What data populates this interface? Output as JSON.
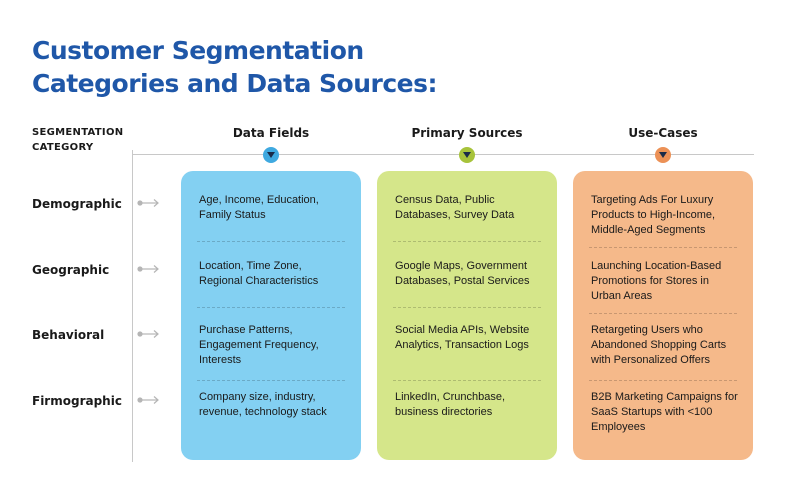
{
  "title": {
    "line1": "Customer Segmentation",
    "line2": "Categories and Data Sources:"
  },
  "segmentation_header": {
    "line1": "SEGMENTATION",
    "line2": "CATEGORY"
  },
  "columns": [
    {
      "label": "Data Fields",
      "color": "#83d0f2",
      "marker_color": "#3fa9e0"
    },
    {
      "label": "Primary Sources",
      "color": "#d5e68a",
      "marker_color": "#a7c33b"
    },
    {
      "label": "Use-Cases",
      "color": "#f5b98a",
      "marker_color": "#ec9156"
    }
  ],
  "rows": [
    {
      "category": "Demographic",
      "data_fields": "Age, Income, Education, Family Status",
      "primary_sources": "Census Data, Public Databases, Survey Data",
      "use_cases": "Targeting Ads For Luxury Products to High-Income, Middle-Aged Segments"
    },
    {
      "category": "Geographic",
      "data_fields": "Location, Time Zone, Regional Characteristics",
      "primary_sources": "Google Maps, Government Databases, Postal Services",
      "use_cases": "Launching Location-Based Promotions for Stores in Urban Areas"
    },
    {
      "category": "Behavioral",
      "data_fields": "Purchase Patterns, Engagement Frequency, Interests",
      "primary_sources": "Social Media APIs, Website Analytics, Transaction Logs",
      "use_cases": "Retargeting Users who Abandoned Shopping Carts with Personalized Offers"
    },
    {
      "category": "Firmographic",
      "data_fields": "Company size, industry, revenue, technology stack",
      "primary_sources": "LinkedIn, Crunchbase, business directories",
      "use_cases": "B2B Marketing Campaigns for SaaS Startups with <100 Employees"
    }
  ],
  "icons": {
    "row_arrow": "arrow-right-icon",
    "column_marker": "chevron-down-icon"
  }
}
